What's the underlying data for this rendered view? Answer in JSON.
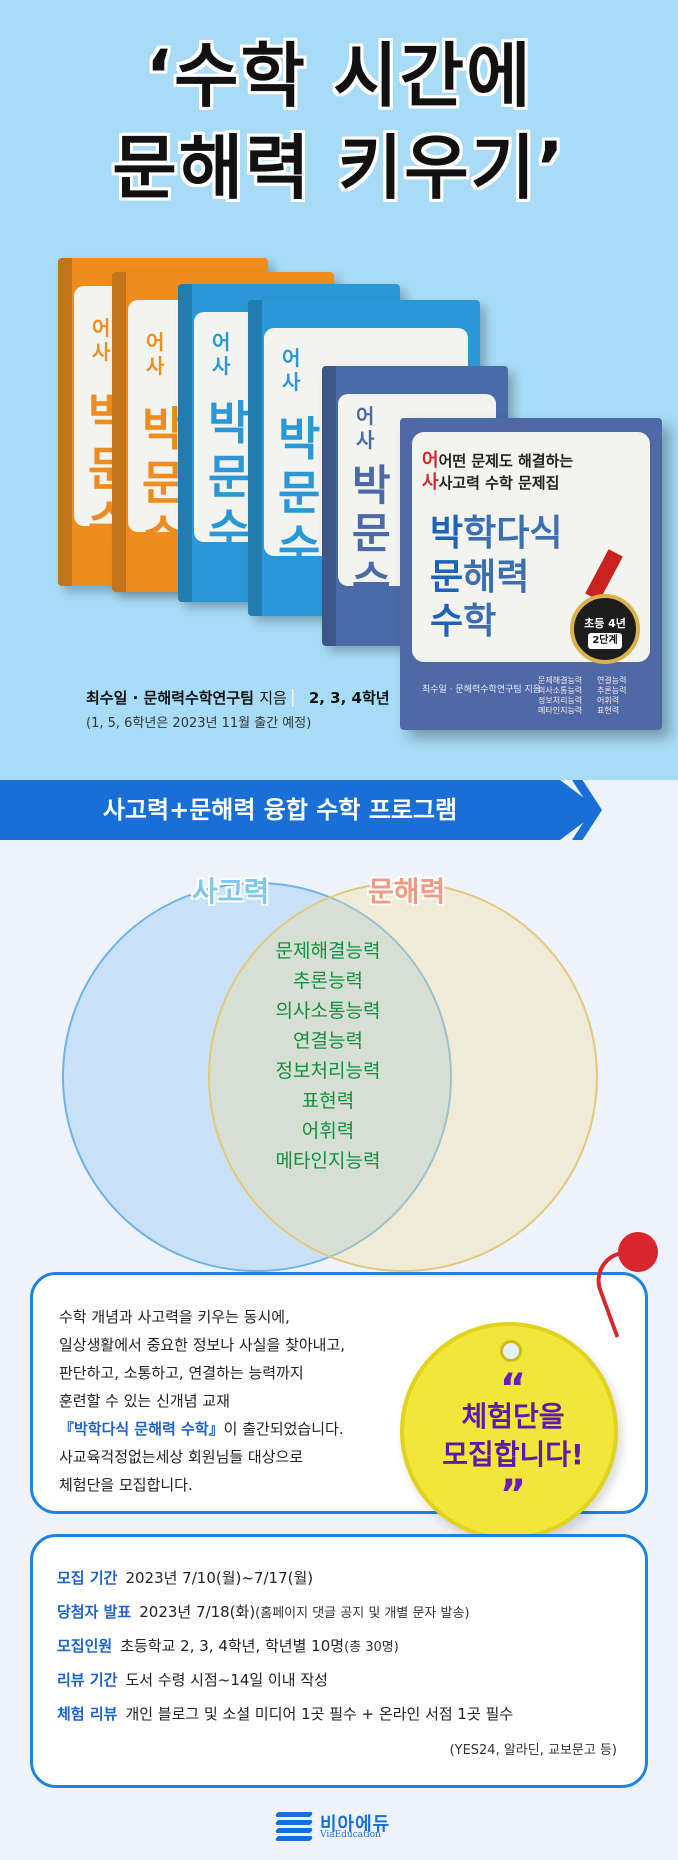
{
  "hero": {
    "title_line1": "‘수학 시간에",
    "title_line2": "문해력 키우기’",
    "book_series": {
      "subtitle_line1": "어떤 문제도 해결하는",
      "subtitle_line2": "사고력 수학 문제집",
      "title_line1": "박학다식",
      "title_line2": "문해력",
      "title_line3": "수학",
      "grade_badge": "초등 4년",
      "level_badge": "2단계",
      "author": "최수일 · 문해력수학연구팀 지음",
      "skills": [
        "문제해결능력",
        "의사소통능력",
        "정보처리능력",
        "메타인지능력",
        "연결능력",
        "추론능력",
        "어휘력",
        "표현력"
      ]
    },
    "author_line": "최수일 · 문해력수학연구팀",
    "author_suffix": "지음",
    "grades": "2, 3, 4학년",
    "grades_note": "(1, 5, 6학년은 2023년 11월 출간 예정)"
  },
  "program_banner": {
    "label": "사고력+문해력 융합 수학 프로그램"
  },
  "venn": {
    "left_label": "사고력",
    "right_label": "문해력",
    "skills": [
      "문제해결능력",
      "추론능력",
      "의사소통능력",
      "연결능력",
      "정보처리능력",
      "표현력",
      "어휘력",
      "메타인지능력"
    ]
  },
  "intro": {
    "line1": "수학 개념과 사고력을 키우는 동시에,",
    "line2": "일상생활에서 중요한 정보나 사실을 찾아내고,",
    "line3": "판단하고, 소통하고, 연결하는 능력까지",
    "line4": "훈련할 수 있는 신개념 교재",
    "book_name": "『박학다식 문해력 수학』",
    "line5_suffix": "이 출간되었습니다.",
    "line6": "사교육걱정없는세상 회원님들 대상으로",
    "line7": "체험단을 모집합니다."
  },
  "tag": {
    "open_quote": "“",
    "line1": "체험단을",
    "line2": "모집합니다!",
    "close_quote": "”"
  },
  "details": {
    "period_label": "모집 기간",
    "period_value": "2023년 7/10(월)~7/17(월)",
    "announce_label": "당첨자 발표",
    "announce_value": "2023년 7/18(화)",
    "announce_note": "(홈페이지 댓글 공지 및 개별 문자 발송)",
    "people_label": "모집인원",
    "people_value": "초등학교 2, 3, 4학년, 학년별 10명",
    "people_note": "(총 30명)",
    "review_period_label": "리뷰 기간",
    "review_period_value": "도서 수령 시점~14일 이내 작성",
    "review_label": "체험 리뷰",
    "review_value": "개인 블로그 및 소셜 미디어 1곳 필수 + 온라인 서점 1곳 필수",
    "review_note": "(YES24, 알라딘, 교보문고 등)"
  },
  "logo": {
    "name": "비아에듀",
    "sub": "ViaEducation"
  },
  "colors": {
    "hero_bg": "#a8dcf6",
    "banner_blue": "#1a6fd6",
    "box_border": "#1f82e0",
    "venn_green": "#138f3f",
    "tag_yellow": "#f3e63a",
    "tag_purple": "#5b1aa8"
  }
}
